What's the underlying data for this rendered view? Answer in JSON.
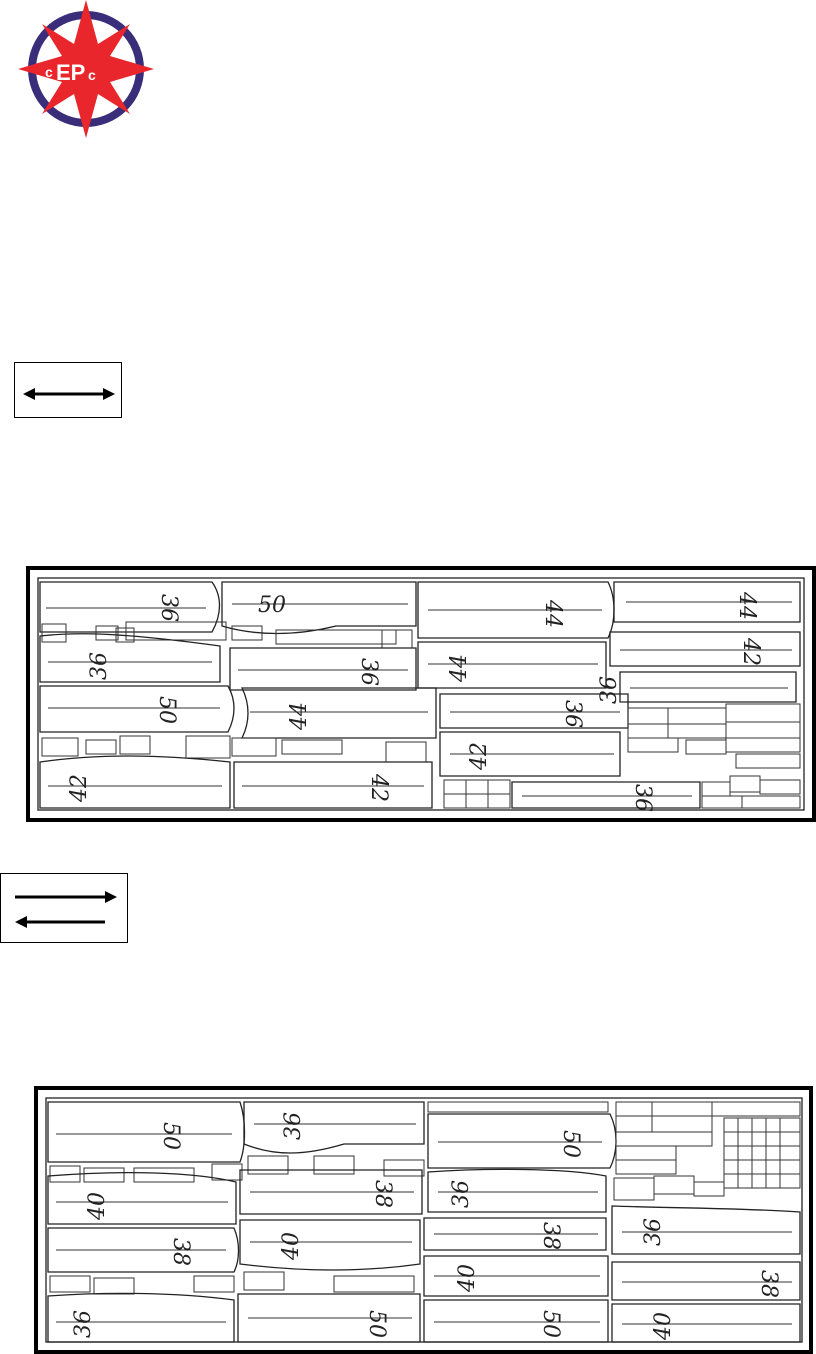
{
  "logo": {
    "text_c1": "c",
    "text_ep": "EP",
    "text_c2": "c",
    "colors": {
      "ring": "#3a2d7a",
      "star": "#e8262b"
    }
  },
  "arrows": {
    "both_directions": {
      "icon": "double-headed-arrow-icon"
    },
    "opposite_directions": {
      "icon": "opposing-arrows-icon"
    }
  },
  "marker_one": {
    "labels": [
      "36",
      "50",
      "44",
      "44",
      "36",
      "36",
      "44",
      "42",
      "36",
      "50",
      "44",
      "36",
      "42",
      "42",
      "42",
      "36"
    ]
  },
  "marker_two": {
    "labels": [
      "50",
      "36",
      "50",
      "40",
      "38",
      "36",
      "38",
      "40",
      "38",
      "40",
      "36",
      "38",
      "36",
      "50",
      "50",
      "40"
    ]
  }
}
